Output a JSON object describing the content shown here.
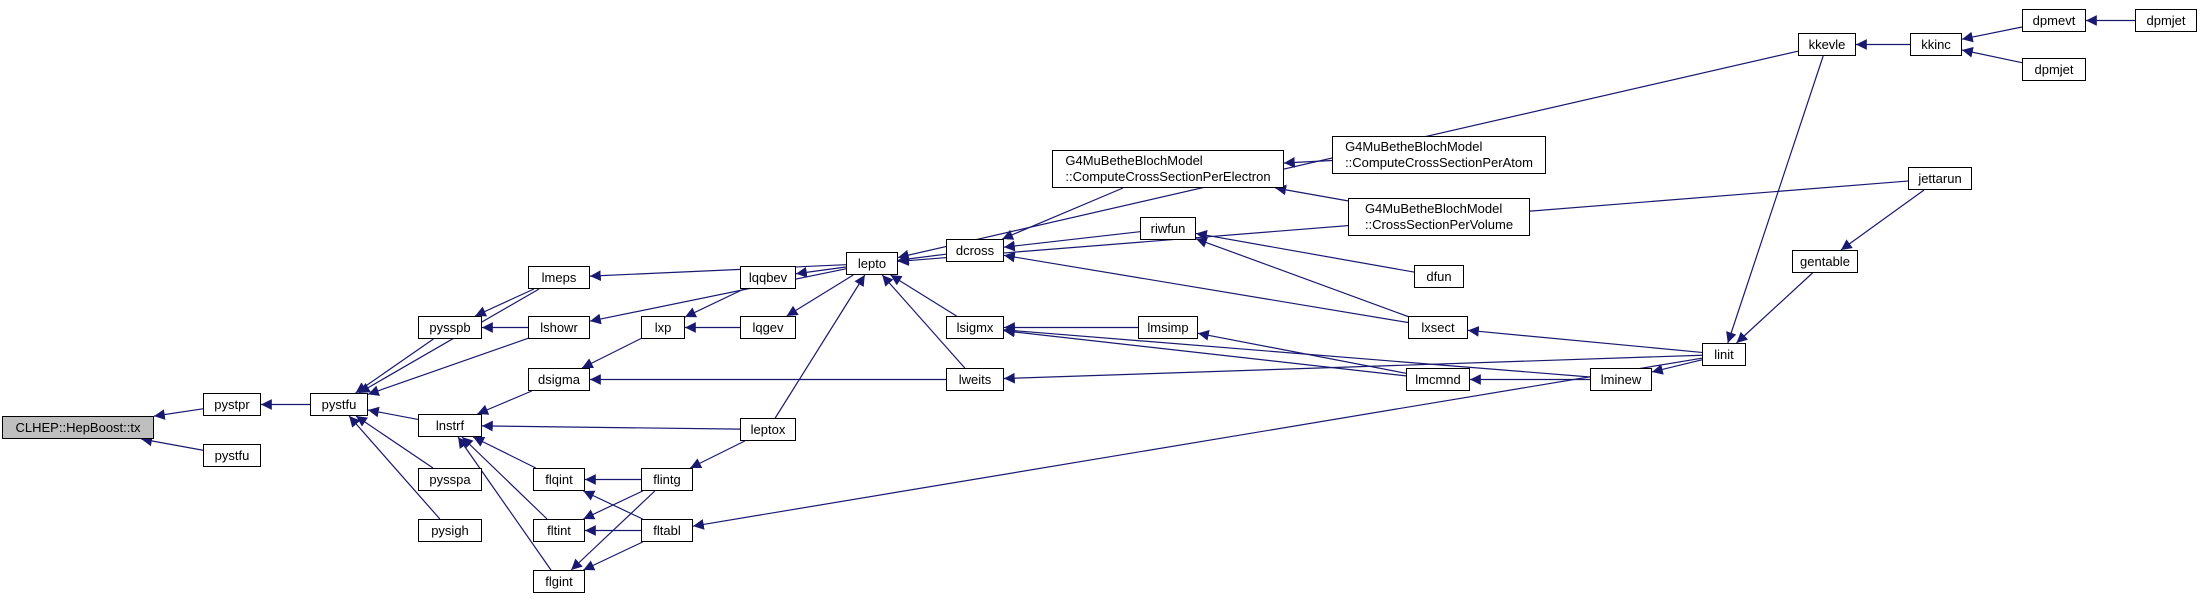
{
  "diagram": {
    "nodes": {
      "hepboost_tx": "CLHEP::HepBoost::tx",
      "pystpr": "pystpr",
      "pystfu_leaf": "pystfu",
      "pystfu": "pystfu",
      "lmeps": "lmeps",
      "pysspb": "pysspb",
      "lshowr": "lshowr",
      "dsigma": "dsigma",
      "lnstrf": "lnstrf",
      "pysspa": "pysspa",
      "pysigh": "pysigh",
      "flqint": "flqint",
      "fltint": "fltint",
      "flgint": "flgint",
      "flintg": "flintg",
      "fltabl": "fltabl",
      "lxp": "lxp",
      "lqqbev": "lqqbev",
      "lqgev": "lqgev",
      "lepto": "lepto",
      "leptox": "leptox",
      "dcross": "dcross",
      "lsigmx": "lsigmx",
      "lweits": "lweits",
      "g4mu_electron": [
        "G4MuBetheBlochModel",
        "::ComputeCrossSectionPerElectron"
      ],
      "g4mu_atom": [
        "G4MuBetheBlochModel",
        "::ComputeCrossSectionPerAtom"
      ],
      "g4mu_volume": [
        "G4MuBetheBlochModel",
        "::CrossSectionPerVolume"
      ],
      "riwfun": "riwfun",
      "dfun": "dfun",
      "lxsect": "lxsect",
      "lmsimp": "lmsimp",
      "lmcmnd": "lmcmnd",
      "lminew": "lminew",
      "linit": "linit",
      "gentable": "gentable",
      "jettarun": "jettarun",
      "kkevle": "kkevle",
      "kkinc": "kkinc",
      "dpmevt": "dpmevt",
      "dpmjet_top": "dpmjet",
      "dpmjet_bottom": "dpmjet"
    },
    "edges": [
      [
        "pystpr",
        "hepboost_tx"
      ],
      [
        "pystfu_leaf",
        "hepboost_tx"
      ],
      [
        "pystfu",
        "pystpr"
      ],
      [
        "lmeps",
        "pystfu"
      ],
      [
        "pysspb",
        "pystfu"
      ],
      [
        "lshowr",
        "pystfu"
      ],
      [
        "lnstrf",
        "pystfu"
      ],
      [
        "pysspa",
        "pystfu"
      ],
      [
        "pysigh",
        "pystfu"
      ],
      [
        "lshowr",
        "pysspb"
      ],
      [
        "lmeps",
        "pysspb"
      ],
      [
        "lepto",
        "lmeps"
      ],
      [
        "lepto",
        "lshowr"
      ],
      [
        "dsigma",
        "lnstrf"
      ],
      [
        "leptox",
        "lnstrf"
      ],
      [
        "flqint",
        "lnstrf"
      ],
      [
        "fltint",
        "lnstrf"
      ],
      [
        "flgint",
        "lnstrf"
      ],
      [
        "lxp",
        "dsigma"
      ],
      [
        "lweits",
        "dsigma"
      ],
      [
        "flintg",
        "flqint"
      ],
      [
        "fltabl",
        "flqint"
      ],
      [
        "flintg",
        "fltint"
      ],
      [
        "fltabl",
        "fltint"
      ],
      [
        "flintg",
        "flgint"
      ],
      [
        "fltabl",
        "flgint"
      ],
      [
        "leptox",
        "flintg"
      ],
      [
        "linit",
        "fltabl"
      ],
      [
        "lqqbev",
        "lxp"
      ],
      [
        "lqgev",
        "lxp"
      ],
      [
        "lepto",
        "lqqbev"
      ],
      [
        "lepto",
        "lqgev"
      ],
      [
        "dcross",
        "lepto"
      ],
      [
        "lsigmx",
        "lepto"
      ],
      [
        "lweits",
        "lepto"
      ],
      [
        "leptox",
        "lepto"
      ],
      [
        "jettarun",
        "lepto"
      ],
      [
        "kkevle",
        "lepto"
      ],
      [
        "g4mu_electron",
        "dcross"
      ],
      [
        "riwfun",
        "dcross"
      ],
      [
        "lxsect",
        "dcross"
      ],
      [
        "g4mu_atom",
        "g4mu_electron"
      ],
      [
        "g4mu_volume",
        "g4mu_electron"
      ],
      [
        "dfun",
        "riwfun"
      ],
      [
        "lxsect",
        "riwfun"
      ],
      [
        "lmsimp",
        "lsigmx"
      ],
      [
        "lmcmnd",
        "lsigmx"
      ],
      [
        "lminew",
        "lsigmx"
      ],
      [
        "lmcmnd",
        "lmsimp"
      ],
      [
        "lminew",
        "lmcmnd"
      ],
      [
        "linit",
        "lminew"
      ],
      [
        "linit",
        "lweits"
      ],
      [
        "linit",
        "lxsect"
      ],
      [
        "gentable",
        "linit"
      ],
      [
        "kkevle",
        "linit"
      ],
      [
        "jettarun",
        "gentable"
      ],
      [
        "kkinc",
        "kkevle"
      ],
      [
        "dpmevt",
        "kkinc"
      ],
      [
        "dpmjet_bottom",
        "kkinc"
      ],
      [
        "dpmjet_top",
        "dpmevt"
      ]
    ],
    "colors": {
      "edge": "#191970",
      "node_border": "#000000",
      "root_fill": "#bfbfbf",
      "node_fill": "#ffffff"
    }
  }
}
